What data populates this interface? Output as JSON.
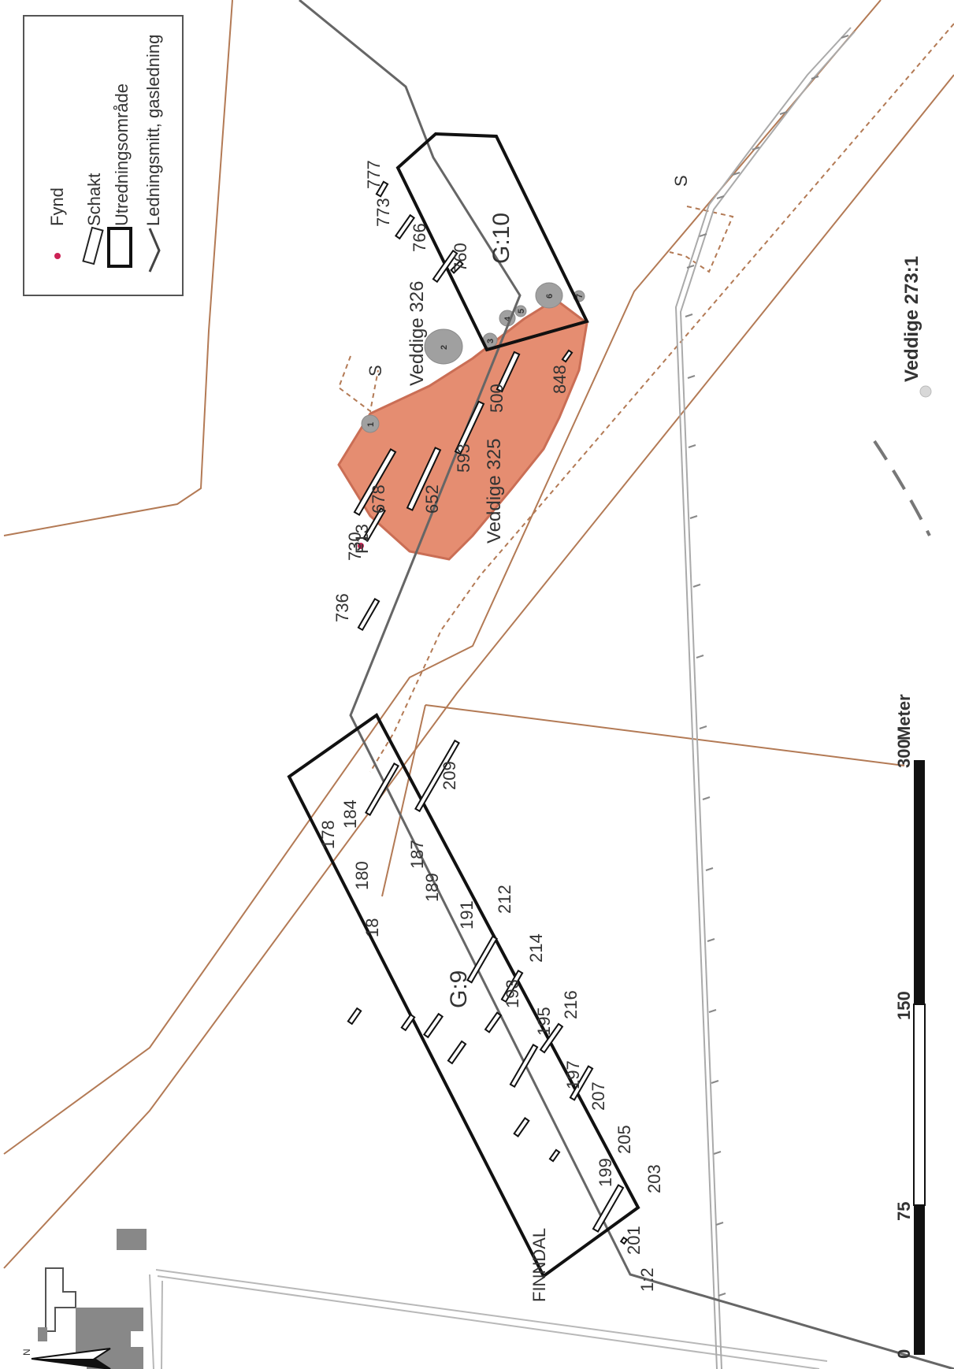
{
  "legend": {
    "items": [
      {
        "symbol": "dot",
        "label": "Fynd"
      },
      {
        "symbol": "trench",
        "label": "Schakt"
      },
      {
        "symbol": "box",
        "label": "Utredningsområde"
      },
      {
        "symbol": "line",
        "label": "Ledningsmitt, gasledning"
      }
    ]
  },
  "areas": {
    "g9": "G:9",
    "g10": "G:10",
    "veddige_325": "Veddige 325",
    "veddige_326": "Veddige 326",
    "veddige_273": "Veddige 273:1"
  },
  "site_letters": {
    "s1": "S",
    "s2": "S"
  },
  "place_labels": {
    "finndal": "FINNDAL",
    "ref_12": "1:2"
  },
  "find": {
    "label": "F13"
  },
  "features": [
    "1",
    "2",
    "3",
    "4",
    "5",
    "6",
    "7"
  ],
  "trench_labels": [
    "777",
    "773",
    "766",
    "760",
    "736",
    "730",
    "678",
    "652",
    "593",
    "500",
    "848",
    "184",
    "178",
    "180",
    "18",
    "187",
    "189",
    "191",
    "193",
    "195",
    "197",
    "199",
    "201",
    "209",
    "212",
    "214",
    "216",
    "207",
    "205",
    "203"
  ],
  "scalebar": {
    "unit": "Meter",
    "ticks": [
      "0",
      "75",
      "150",
      "300"
    ]
  },
  "north": {
    "label": "N"
  },
  "colors": {
    "boundary": "#b37a55",
    "archaeology_area": "#e4876a",
    "outline": "#111111",
    "gas_line": "#666666",
    "feature": "#a0a0a0",
    "find_dot": "#cc2255",
    "building": "#888888"
  }
}
